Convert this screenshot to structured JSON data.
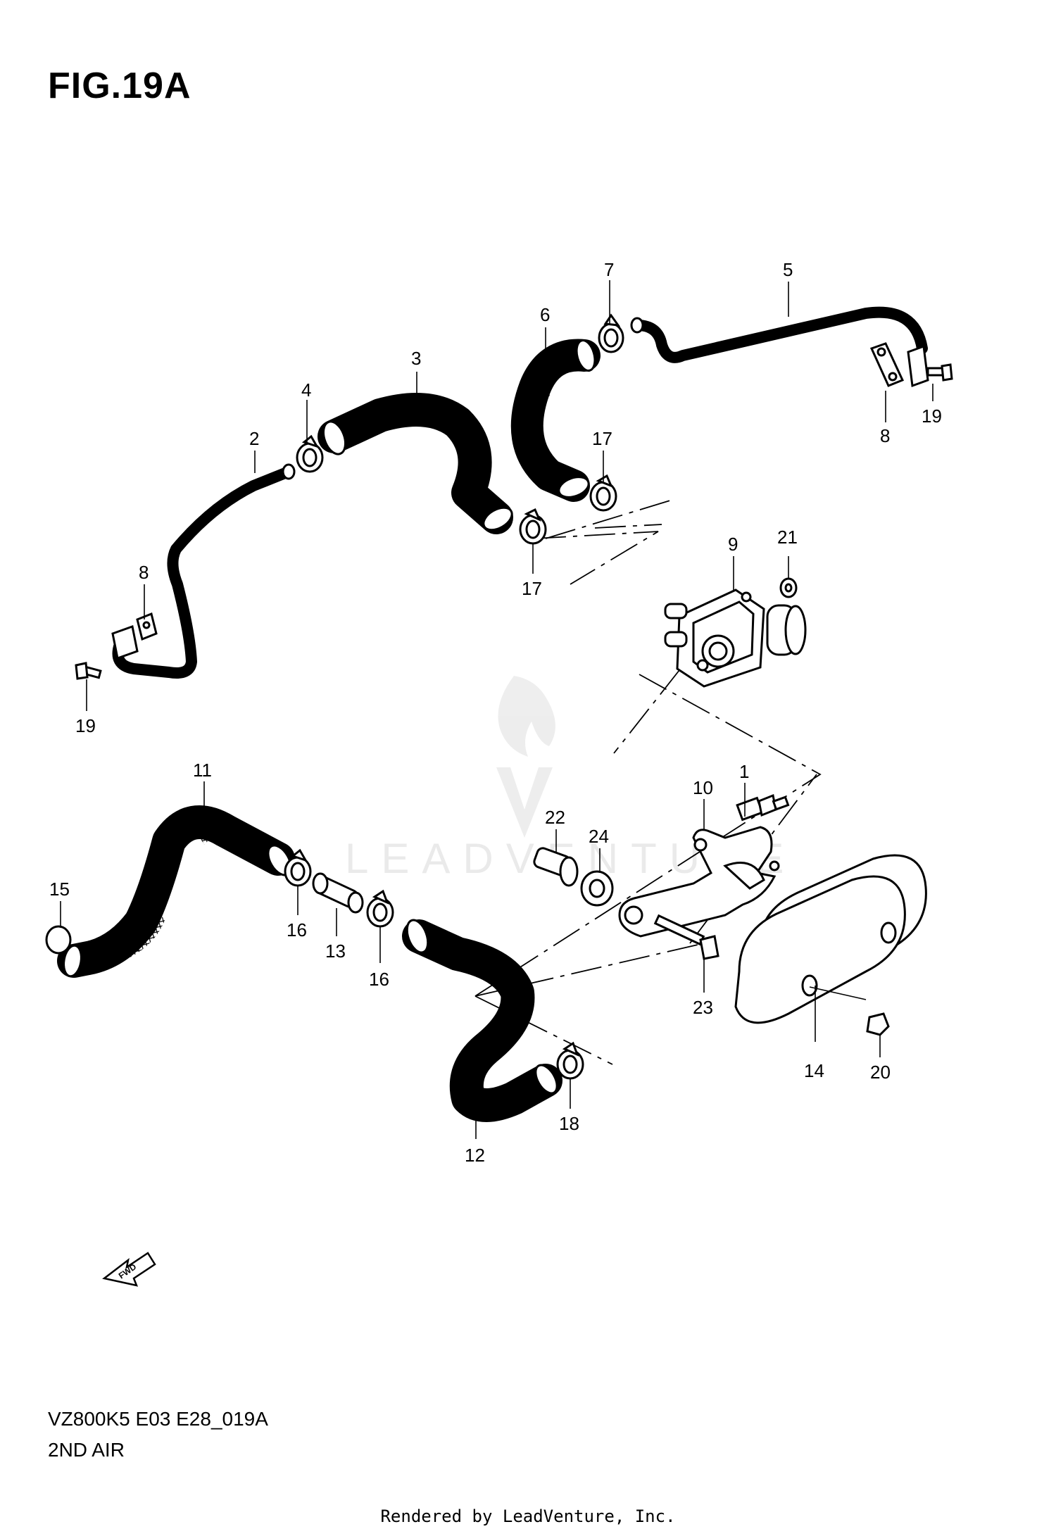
{
  "figure": {
    "title": "FIG.19A",
    "model_code": "VZ800K5 E03 E28_019A",
    "section_name": "2ND AIR",
    "footer": "Rendered by LeadVenture, Inc.",
    "watermark": "LEADVENTURE",
    "fwd_label": "FWD"
  },
  "callouts": {
    "c1": "1",
    "c2": "2",
    "c3": "3",
    "c4": "4",
    "c5": "5",
    "c6": "6",
    "c7": "7",
    "c8a": "8",
    "c8b": "8",
    "c9": "9",
    "c10": "10",
    "c11": "11",
    "c12": "12",
    "c13": "13",
    "c14": "14",
    "c15": "15",
    "c16a": "16",
    "c16b": "16",
    "c17a": "17",
    "c17b": "17",
    "c18": "18",
    "c19a": "19",
    "c19b": "19",
    "c20": "20",
    "c21": "21",
    "c22": "22",
    "c23": "23",
    "c24": "24"
  }
}
